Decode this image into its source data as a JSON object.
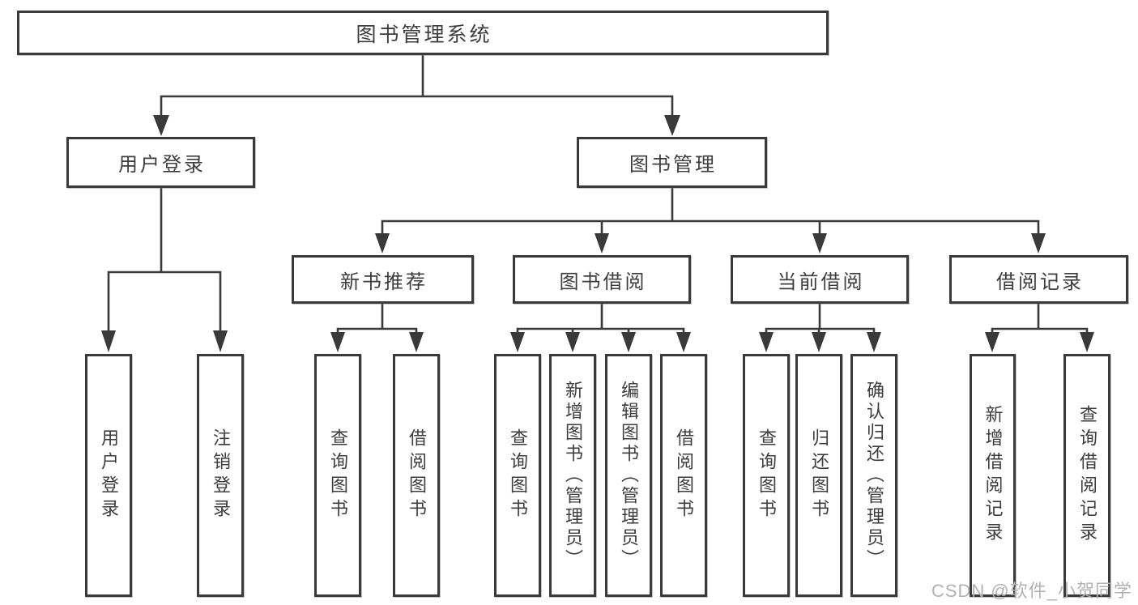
{
  "tree": {
    "label": "图书管理系统",
    "children": [
      {
        "label": "用户登录",
        "children": [
          {
            "label": "用户登录"
          },
          {
            "label": "注销登录"
          }
        ]
      },
      {
        "label": "图书管理",
        "children": [
          {
            "label": "新书推荐",
            "children": [
              {
                "label": "查询图书"
              },
              {
                "label": "借阅图书"
              }
            ]
          },
          {
            "label": "图书借阅",
            "children": [
              {
                "label": "查询图书"
              },
              {
                "label": "新增图书（管理员）"
              },
              {
                "label": "编辑图书（管理员）"
              },
              {
                "label": "借阅图书"
              }
            ]
          },
          {
            "label": "当前借阅",
            "children": [
              {
                "label": "查询图书"
              },
              {
                "label": "归还图书"
              },
              {
                "label": "确认归还（管理员）"
              }
            ]
          },
          {
            "label": "借阅记录",
            "children": [
              {
                "label": "新增借阅记录"
              },
              {
                "label": "查询借阅记录"
              }
            ]
          }
        ]
      }
    ]
  },
  "colors": {
    "line": "#3a3a3a",
    "text": "#3d3d3d",
    "watermark_gray": "#b2b2b2",
    "background": "#ffffff"
  },
  "watermark": {
    "text": "CSDN @软件_小贺同学"
  }
}
